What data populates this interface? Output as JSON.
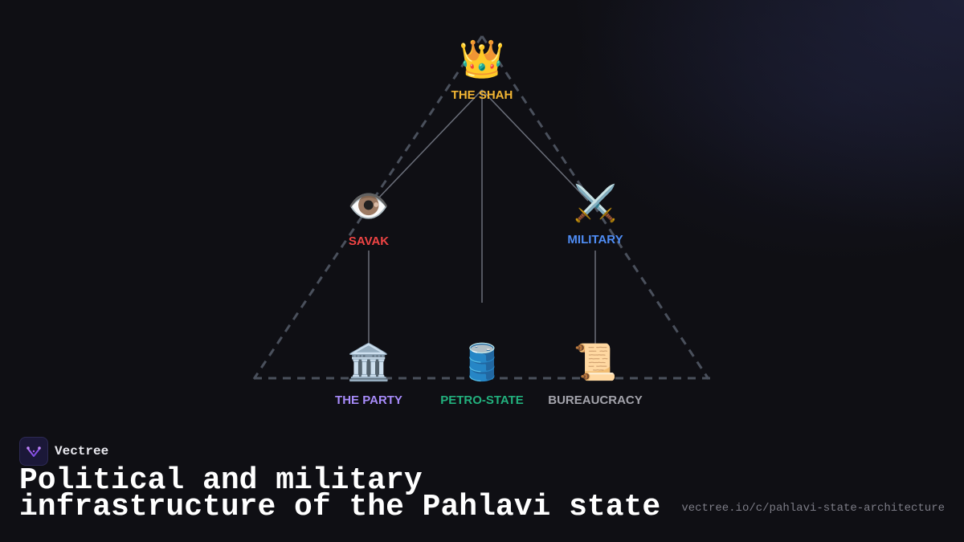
{
  "diagram": {
    "nodes": {
      "shah": {
        "icon": "👑",
        "icon_name": "crown-icon",
        "label": "THE SHAH",
        "color": "#f2b533"
      },
      "savak": {
        "icon": "👁️",
        "icon_name": "eye-icon",
        "label": "SAVAK",
        "color": "#ef4444"
      },
      "military": {
        "icon": "⚔️",
        "icon_name": "crossed-swords-icon",
        "label": "MILITARY",
        "color": "#4f8df5"
      },
      "party": {
        "icon": "🏛️",
        "icon_name": "classical-building-icon",
        "label": "THE PARTY",
        "color": "#a78bfa"
      },
      "petro": {
        "icon": "🛢️",
        "icon_name": "oil-drum-icon",
        "label": "PETRO-STATE",
        "color": "#22b07d"
      },
      "bureau": {
        "icon": "📜",
        "icon_name": "scroll-icon",
        "label": "BUREAUCRACY",
        "color": "#a3a3ab"
      }
    },
    "connector_color": "#6b6f7a",
    "triangle_color": "#4a505c"
  },
  "brand": {
    "name": "Vectree",
    "logo_icon": "vectree-logo-icon"
  },
  "title": "Political and military infrastructure of the Pahlavi state",
  "url": "vectree.io/c/pahlavi-state-architecture"
}
